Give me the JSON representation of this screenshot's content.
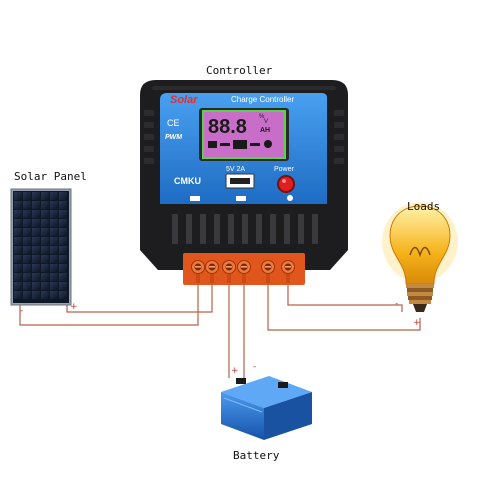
{
  "labels": {
    "controller": "Controller",
    "solar_panel": "Solar Panel",
    "loads": "Loads",
    "battery": "Battery"
  },
  "device": {
    "brand_script": "Solar",
    "title": "Charge Controller",
    "ce_mark": "CE",
    "pwm_mark": "PWM",
    "lcd_digits": "88.8",
    "lcd_unit_top": "%",
    "lcd_unit_v": "V",
    "lcd_unit_ah": "AH",
    "usb_label": "5V 2A",
    "power_label": "Power",
    "model": "CMKU"
  },
  "terminals": {
    "count": 6,
    "plus": "+",
    "minus": "-"
  },
  "colors": {
    "body": "#1d1d1f",
    "panel_blue": "#2f7fd6",
    "lcd_bg": "#c86ec8",
    "lcd_frame": "#5ad24a",
    "terminal_orange": "#e0561c",
    "wire": "#b8604a",
    "battery_blue": "#1f6fd0",
    "bulb_glow": "#f6b21a",
    "power_red": "#e02020"
  },
  "icons": [
    "solar-panel-icon",
    "battery-icon",
    "bulb-icon",
    "usb-port-icon",
    "power-button-icon"
  ]
}
